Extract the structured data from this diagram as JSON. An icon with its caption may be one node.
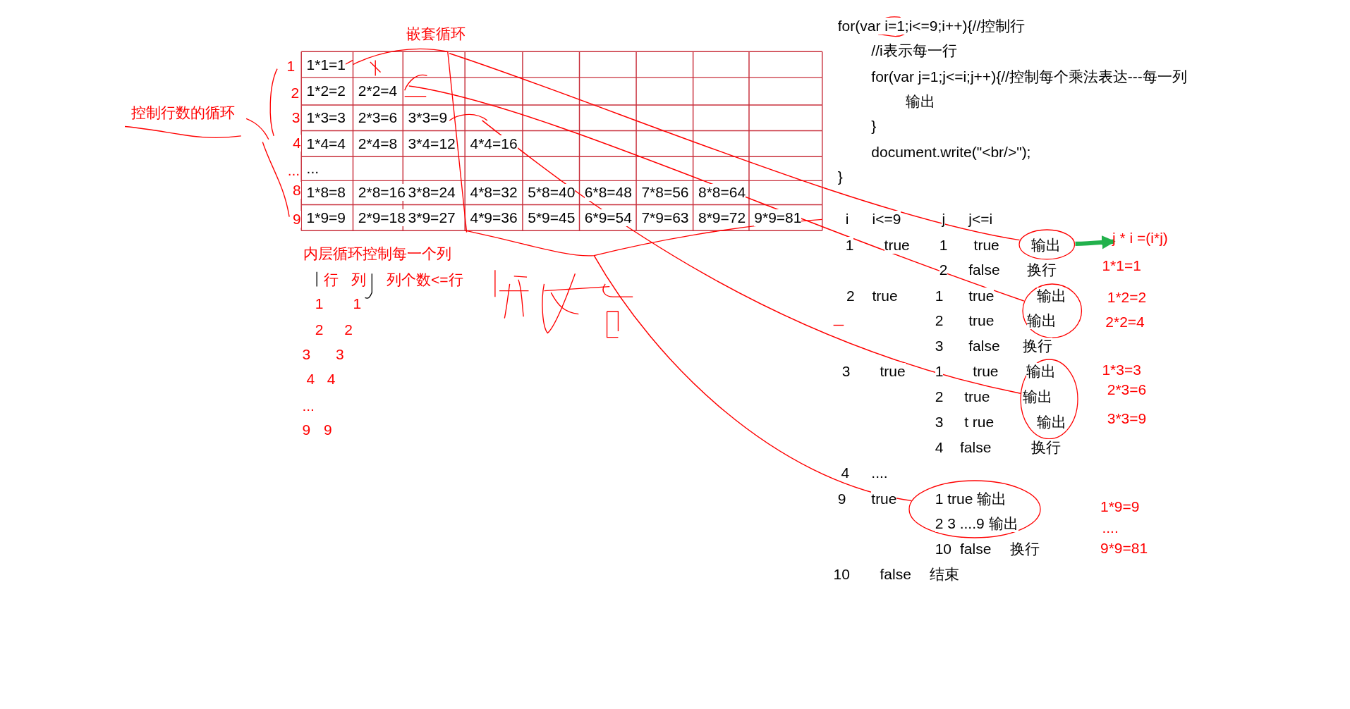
{
  "diagram": {
    "nodes": [
      {
        "text": [
          "输出"
        ]
      },
      {
        "text": [
          "输出",
          "输出"
        ]
      },
      {
        "text": [
          "输出",
          "输出",
          "输出"
        ]
      },
      {
        "text": [
          "1 true 输出",
          "2 3 ....9 输出"
        ]
      },
      {
        "text": [
          "j * i =(i*j)"
        ]
      }
    ],
    "edges": [
      {
        "from": 0,
        "to": 4,
        "arrow": "to",
        "style": "thick",
        "color": "#22b14c"
      },
      {
        "from": null,
        "to": 0,
        "arrow": "none"
      },
      {
        "from": null,
        "to": 1,
        "arrow": "none"
      },
      {
        "from": null,
        "to": 2,
        "arrow": "none"
      },
      {
        "from": null,
        "to": 3,
        "arrow": "none"
      }
    ],
    "labels": [
      "嵌套循环",
      "for(var i=1;i<=9;i++){//控制行",
      "//i表示每一行",
      "for(var j=1;j<=i;j++){//控制每个乘法表达---每一列",
      "输出",
      "}",
      "document.write(\"<br/>\");",
      "}",
      "1",
      "2",
      "3",
      "4",
      "...",
      "8",
      "9",
      "控制行数的循环",
      "1*1=1",
      "1*2=2",
      "2*2=4",
      "1*3=3",
      "2*3=6",
      "3*3=9",
      "1*4=4",
      "2*4=8",
      "3*4=12",
      "4*4=16",
      "...",
      "1*8=8",
      "2*8=16",
      "3*8=24",
      "4*8=32",
      "5*8=40",
      "6*8=48",
      "7*8=56",
      "8*8=64",
      "1*9=9",
      "2*9=18",
      "3*9=27",
      "4*9=36",
      "5*9=45",
      "6*9=54",
      "7*9=63",
      "8*9=72",
      "9*9=81",
      "内层循环控制每一个列",
      "行",
      "列",
      "列个数<=行",
      "1",
      "1",
      "2",
      "2",
      "3",
      "3",
      "4",
      "4",
      "...",
      "9",
      "9",
      "i",
      "i<=9",
      "j",
      "j<=i",
      "1",
      "true",
      "1",
      "true",
      "2",
      "false",
      "换行",
      "2",
      "true",
      "1",
      "true",
      "2",
      "true",
      "3",
      "false",
      "换行",
      "3",
      "true",
      "1",
      "true",
      "2",
      "true",
      "3",
      "t rue",
      "4",
      "false",
      "换行",
      "4",
      "....",
      "9",
      "true",
      "10",
      "false",
      "换行",
      "10",
      "false",
      "结束",
      "1*1=1",
      "1*2=2",
      "2*2=4",
      "1*3=3",
      "2*3=6",
      "3*3=9",
      "1*9=9",
      "....",
      "9*9=81"
    ]
  }
}
